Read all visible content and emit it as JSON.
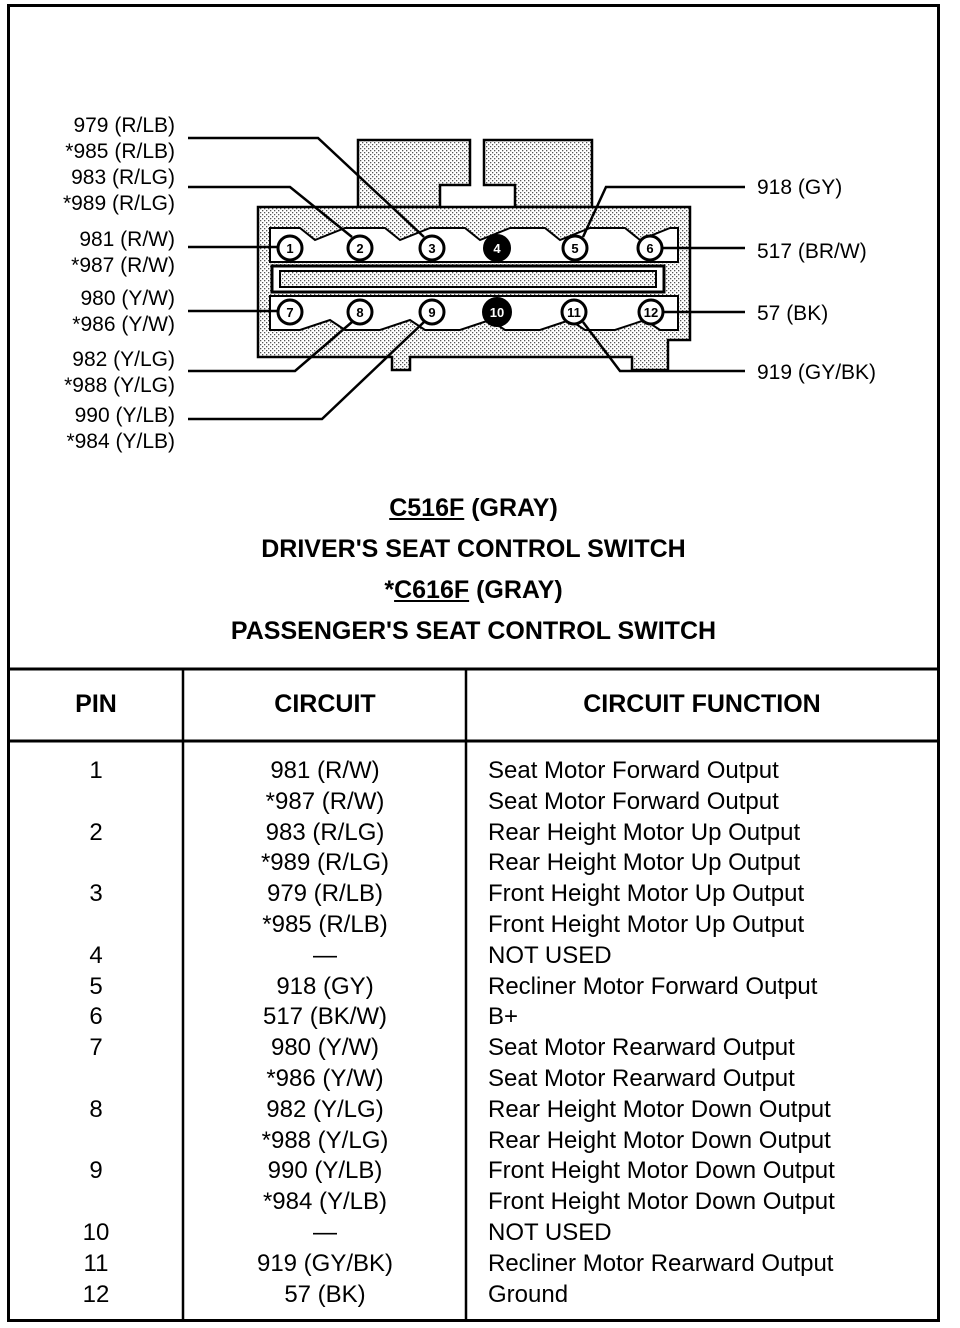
{
  "left_labels": [
    {
      "line1": "979 (R/LB)",
      "line2": "*985 (R/LB)"
    },
    {
      "line1": "983 (R/LG)",
      "line2": "*989 (R/LG)"
    },
    {
      "line1": "981 (R/W)",
      "line2": "*987 (R/W)"
    },
    {
      "line1": "980 (Y/W)",
      "line2": "*986 (Y/W)"
    },
    {
      "line1": "982 (Y/LG)",
      "line2": "*988 (Y/LG)"
    },
    {
      "line1": "990 (Y/LB)",
      "line2": "*984 (Y/LB)"
    }
  ],
  "right_labels": [
    "918 (GY)",
    "517 (BR/W)",
    "57 (BK)",
    "919 (GY/BK)"
  ],
  "pins_top": [
    "1",
    "2",
    "3",
    "4",
    "5",
    "6"
  ],
  "pins_bottom": [
    "7",
    "8",
    "9",
    "10",
    "11",
    "12"
  ],
  "caption": {
    "connector1": "C516F",
    "connector1_color": " (GRAY)",
    "title1": "DRIVER'S SEAT CONTROL SWITCH",
    "connector2_prefix": "*",
    "connector2": "C616F",
    "connector2_color": " (GRAY)",
    "title2": "PASSENGER'S SEAT CONTROL SWITCH"
  },
  "table": {
    "headers": {
      "pin": "PIN",
      "circuit": "CIRCUIT",
      "function": "CIRCUIT FUNCTION"
    },
    "rows": [
      {
        "pin": "1",
        "circuit": "981 (R/W)",
        "function": "Seat Motor Forward Output"
      },
      {
        "pin": "",
        "circuit": "*987 (R/W)",
        "function": "Seat Motor Forward Output"
      },
      {
        "pin": "2",
        "circuit": "983 (R/LG)",
        "function": "Rear Height Motor Up Output"
      },
      {
        "pin": "",
        "circuit": "*989 (R/LG)",
        "function": "Rear Height Motor Up Output"
      },
      {
        "pin": "3",
        "circuit": "979 (R/LB)",
        "function": "Front Height Motor Up Output"
      },
      {
        "pin": "",
        "circuit": "*985 (R/LB)",
        "function": "Front Height Motor Up Output"
      },
      {
        "pin": "4",
        "circuit": "—",
        "function": "NOT USED"
      },
      {
        "pin": "5",
        "circuit": "918 (GY)",
        "function": "Recliner Motor Forward Output"
      },
      {
        "pin": "6",
        "circuit": "517 (BK/W)",
        "function": "B+"
      },
      {
        "pin": "7",
        "circuit": "980 (Y/W)",
        "function": "Seat Motor Rearward Output"
      },
      {
        "pin": "",
        "circuit": "*986 (Y/W)",
        "function": "Seat Motor Rearward Output"
      },
      {
        "pin": "8",
        "circuit": "982 (Y/LG)",
        "function": "Rear Height Motor Down Output"
      },
      {
        "pin": "",
        "circuit": "*988 (Y/LG)",
        "function": "Rear Height Motor Down Output"
      },
      {
        "pin": "9",
        "circuit": "990 (Y/LB)",
        "function": "Front Height Motor Down Output"
      },
      {
        "pin": "",
        "circuit": "*984 (Y/LB)",
        "function": "Front Height Motor Down Output"
      },
      {
        "pin": "10",
        "circuit": "—",
        "function": "NOT USED"
      },
      {
        "pin": "11",
        "circuit": "919 (GY/BK)",
        "function": "Recliner Motor Rearward Output"
      },
      {
        "pin": "12",
        "circuit": "57 (BK)",
        "function": "Ground"
      }
    ]
  }
}
